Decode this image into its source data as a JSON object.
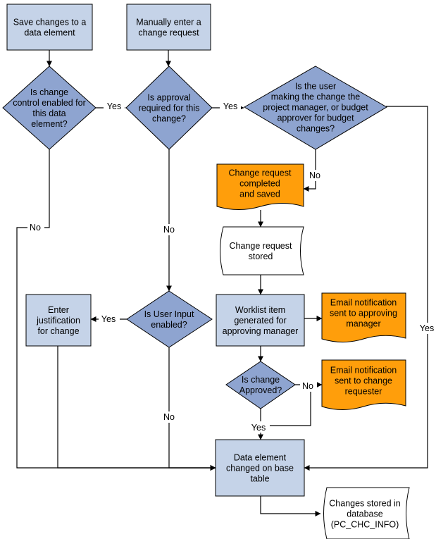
{
  "colors": {
    "process": "#c5d3e8",
    "decision": "#8ea4d0",
    "document_highlight": "#ff9e0b",
    "document_plain": "#ffffff",
    "stroke": "#000000"
  },
  "nodes": {
    "save_changes": [
      "Save changes to a",
      "data element"
    ],
    "manual_entry": [
      "Manually enter a",
      "change request"
    ],
    "change_control_enabled": [
      "Is change",
      "control enabled for",
      "this data",
      "element?"
    ],
    "approval_required": [
      "Is approval",
      "required for this",
      "change?"
    ],
    "user_role_check": [
      "Is the user",
      "making the change the",
      "project manager, or budget",
      "approver for budget",
      "changes?"
    ],
    "request_completed": [
      "Change request",
      "completed",
      "and saved"
    ],
    "request_stored": [
      "Change request",
      "stored"
    ],
    "worklist_item": [
      "Worklist item",
      "generated for",
      "approving manager"
    ],
    "email_manager": [
      "Email notification",
      "sent to approving",
      "manager"
    ],
    "user_input_enabled": [
      "Is User Input",
      "enabled?"
    ],
    "enter_justification": [
      "Enter",
      "justification",
      "for change"
    ],
    "change_approved": [
      "Is change",
      "Approved?"
    ],
    "email_requester": [
      "Email notification",
      "sent to change",
      "requester"
    ],
    "data_element_changed": [
      "Data element",
      "changed on base",
      "table"
    ],
    "changes_database": [
      "Changes stored in",
      "database",
      "(PC_CHC_INFO)"
    ]
  },
  "edge_labels": {
    "yes": "Yes",
    "no": "No"
  }
}
